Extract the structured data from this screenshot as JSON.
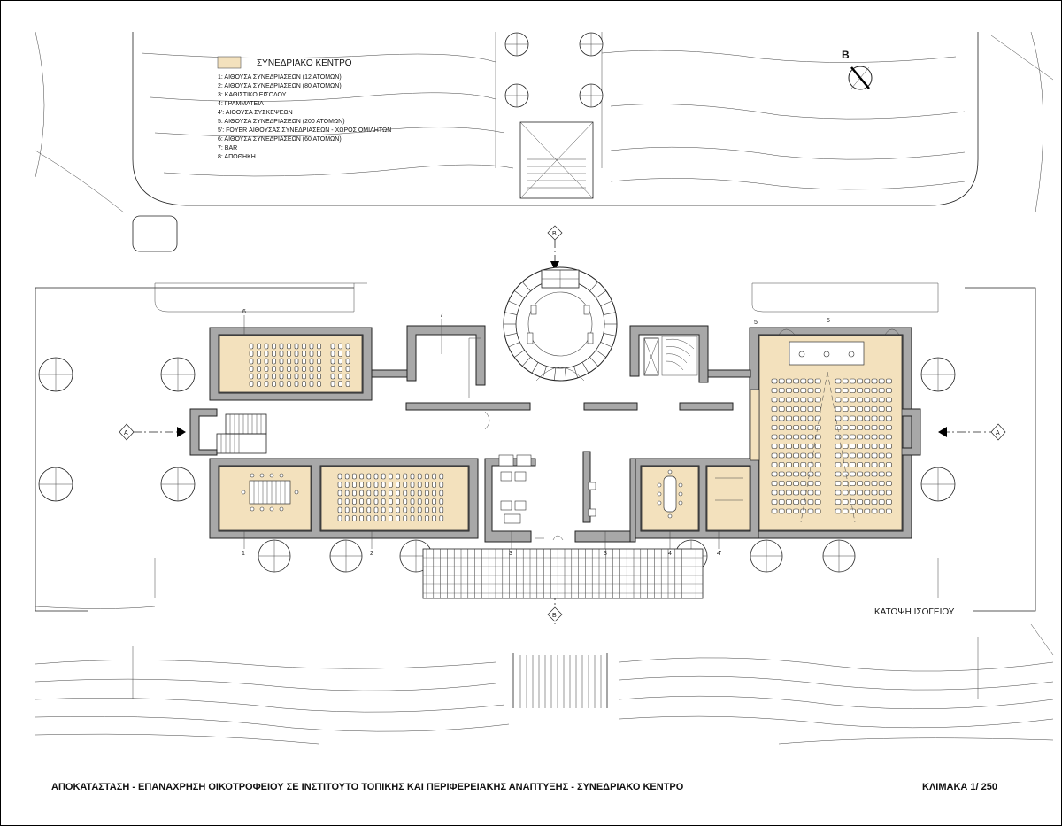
{
  "legend": {
    "title": "ΣΥΝΕΔΡΙΑΚΟ ΚΕΝΤΡΟ",
    "swatch_color": "#f3e1bd",
    "items": [
      "1:   ΑΙΘΟΥΣΑ ΣΥΝΕΔΡΙΑΣΕΩΝ (12 ΑΤΟΜΩΝ)",
      "2:   ΑΙΘΟΥΣΑ ΣΥΝΕΔΡΙΑΣΕΩΝ (80 ΑΤΟΜΩΝ)",
      "3:   ΚΑΘΙΣΤΙΚΟ ΕΙΣΟΔΟΥ",
      "4:   ΓΡΑΜΜΑΤΕΙΑ",
      "4':  ΑΙΘΟΥΣΑ ΣΥΣΚΕΨΕΩΝ",
      "5:   ΑΙΘΟΥΣΑ ΣΥΝΕΔΡΙΑΣΕΩΝ (200 ΑΤΟΜΩΝ)",
      "5':  FOYER ΑΙΘΟΥΣΑΣ ΣΥΝΕΔΡΙΑΣΕΩΝ - ΧΩΡΟΣ ΟΜΙΛΗΤΩΝ",
      "6:   ΑΙΘΟΥΣΑ ΣΥΝΕΔΡΙΑΣΕΩΝ (60 ΑΤΟΜΩΝ)",
      "7:   BAR",
      "8:   ΑΠΟΘΗΚΗ"
    ]
  },
  "north_label": "Β",
  "section_marks": {
    "left": "A",
    "right": "A",
    "top": "B",
    "bottom": "B"
  },
  "room_numbers": {
    "n1": "1",
    "n2": "2",
    "n3a": "3",
    "n3b": "3",
    "n4": "4",
    "n4p": "4'",
    "n5": "5",
    "n5p": "5'",
    "n6": "6",
    "n7": "7"
  },
  "plan_caption": "ΚΑΤΟΨΗ ΙΣΟΓΕΙΟΥ",
  "title": "ΑΠΟΚΑΤΑΣΤΑΣΗ - ΕΠΑΝΑΧΡΗΣΗ ΟΙΚΟΤΡΟΦΕΙΟΥ ΣΕ ΙΝΣΤΙΤΟΥΤΟ ΤΟΠΙΚΗΣ ΚΑΙ ΠΕΡΙΦΕΡΕΙΑΚΗΣ ΑΝΑΠΤΥΞΗΣ - ΣΥΝΕΔΡΙΑΚΟ ΚΕΝΤΡΟ",
  "scale": "ΚΛΙΜΑΚΑ  1/ 250"
}
